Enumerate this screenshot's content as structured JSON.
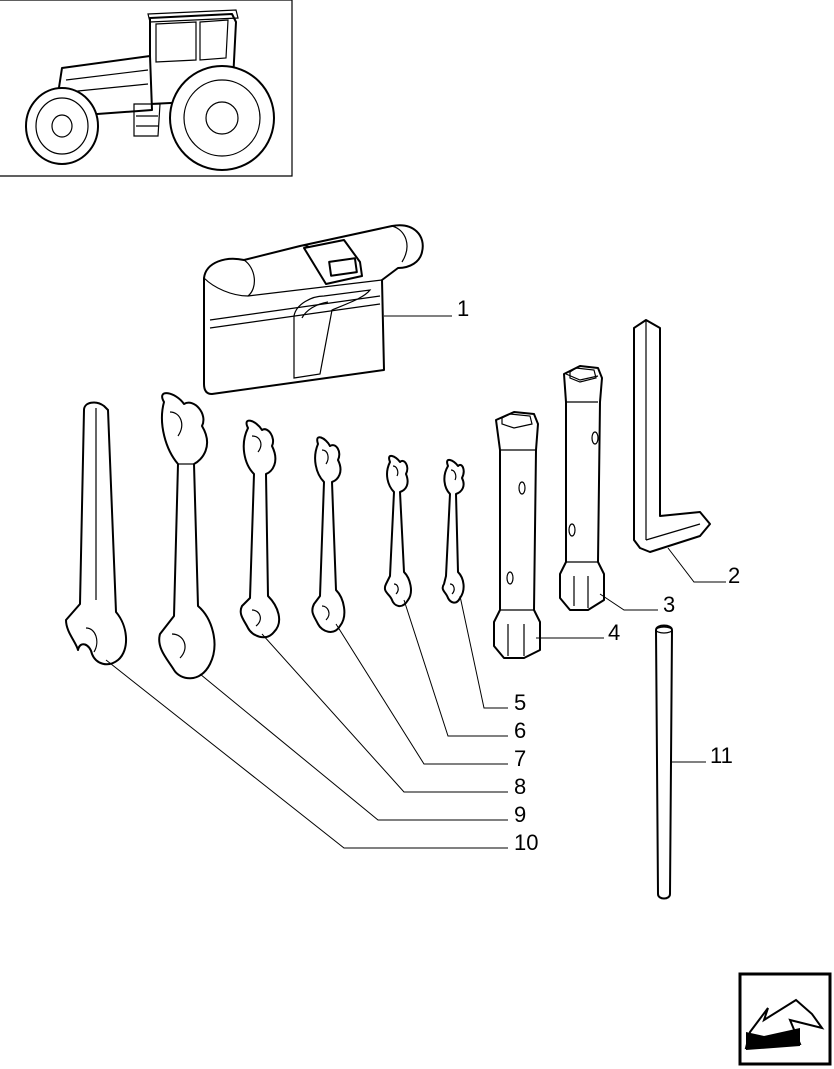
{
  "parts": [
    {
      "id": "1",
      "label": "1"
    },
    {
      "id": "2",
      "label": "2"
    },
    {
      "id": "3",
      "label": "3"
    },
    {
      "id": "4",
      "label": "4"
    },
    {
      "id": "5",
      "label": "5"
    },
    {
      "id": "6",
      "label": "6"
    },
    {
      "id": "7",
      "label": "7"
    },
    {
      "id": "8",
      "label": "8"
    },
    {
      "id": "9",
      "label": "9"
    },
    {
      "id": "10",
      "label": "10"
    },
    {
      "id": "11",
      "label": "11"
    }
  ],
  "icons": {
    "thumbnail": "tractor-icon",
    "navigation": "arrow-back-icon"
  }
}
